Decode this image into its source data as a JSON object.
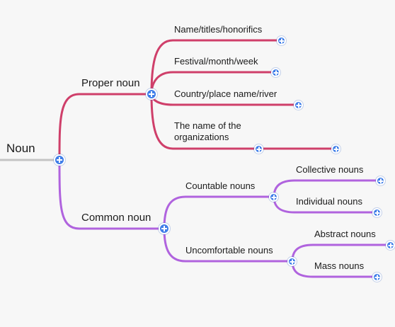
{
  "colors": {
    "root_branch": "#c4c4c4",
    "proper_branch": "#cf3f6a",
    "common_branch": "#b063de",
    "expand_button": "#3f7ee8"
  },
  "root": {
    "label": "Noun",
    "icon": "plus-icon"
  },
  "branches": [
    {
      "label": "Proper noun",
      "color": "#cf3f6a",
      "children": [
        {
          "label": "Name/titles/honorifics"
        },
        {
          "label": "Festival/month/week"
        },
        {
          "label": "Country/place name/river"
        },
        {
          "label": "The name of the organizations"
        }
      ]
    },
    {
      "label": "Common noun",
      "color": "#b063de",
      "children": [
        {
          "label": "Countable nouns",
          "children": [
            {
              "label": "Collective nouns"
            },
            {
              "label": "Individual nouns"
            }
          ]
        },
        {
          "label": "Uncomfortable nouns",
          "children": [
            {
              "label": "Abstract nouns"
            },
            {
              "label": "Mass nouns"
            }
          ]
        }
      ]
    }
  ]
}
